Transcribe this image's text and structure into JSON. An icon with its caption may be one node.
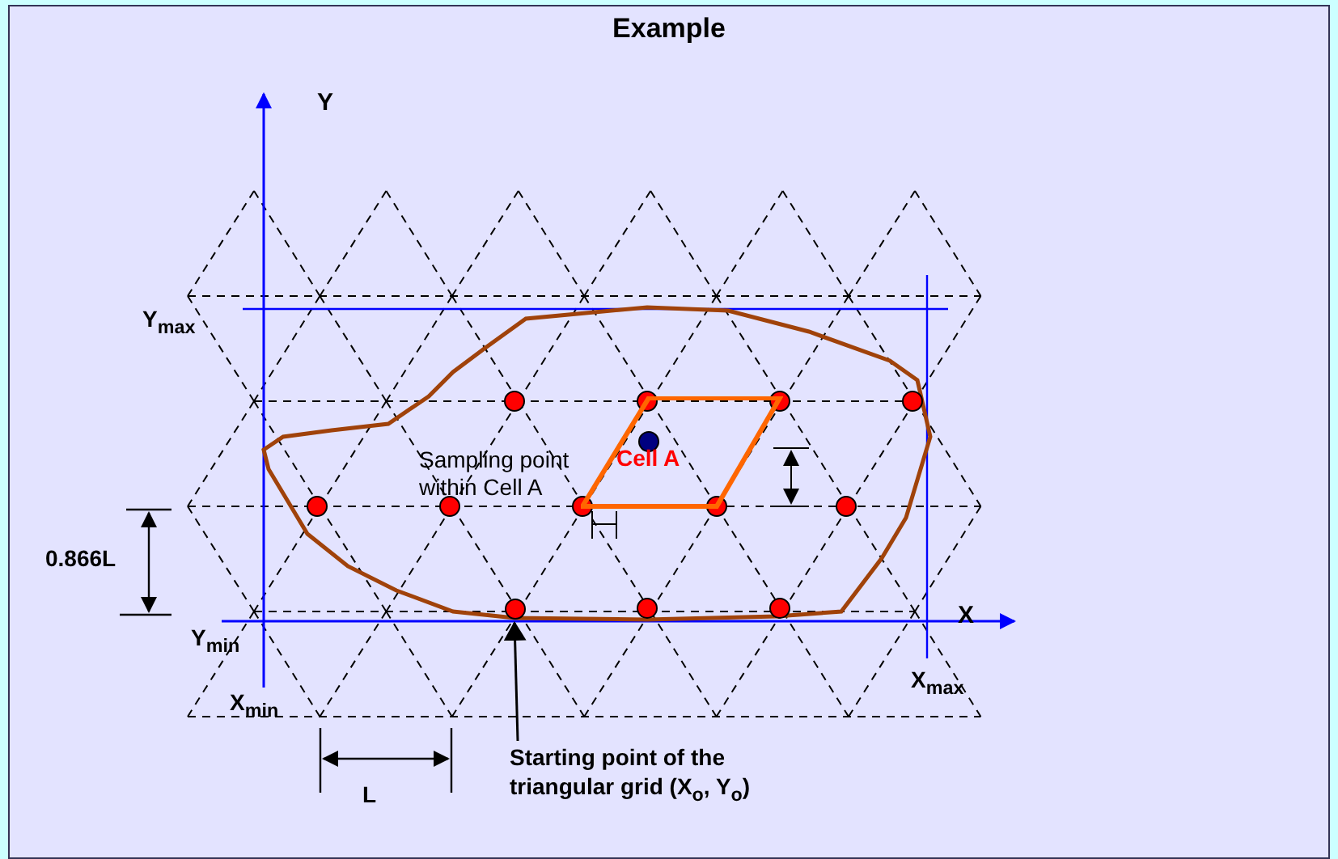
{
  "diagram": {
    "title": "Example",
    "nodes": [
      {
        "text": [
          "Starting point of the triangular grid (X$_{o}$, Y$_{o}$)"
        ]
      },
      {
        "text": [],
        "shape": "circle"
      },
      {
        "text": [
          "Cell A"
        ]
      }
    ],
    "edges": [
      {
        "from": 0,
        "to": 1,
        "arrow": "to"
      }
    ],
    "labels": [
      "Y",
      "Y$_{max}$",
      "Sampling point within Cell A",
      "0.866L",
      "X",
      "Y$_{min}$",
      "X$_{min}$",
      "X$_{max}$",
      "L"
    ]
  }
}
